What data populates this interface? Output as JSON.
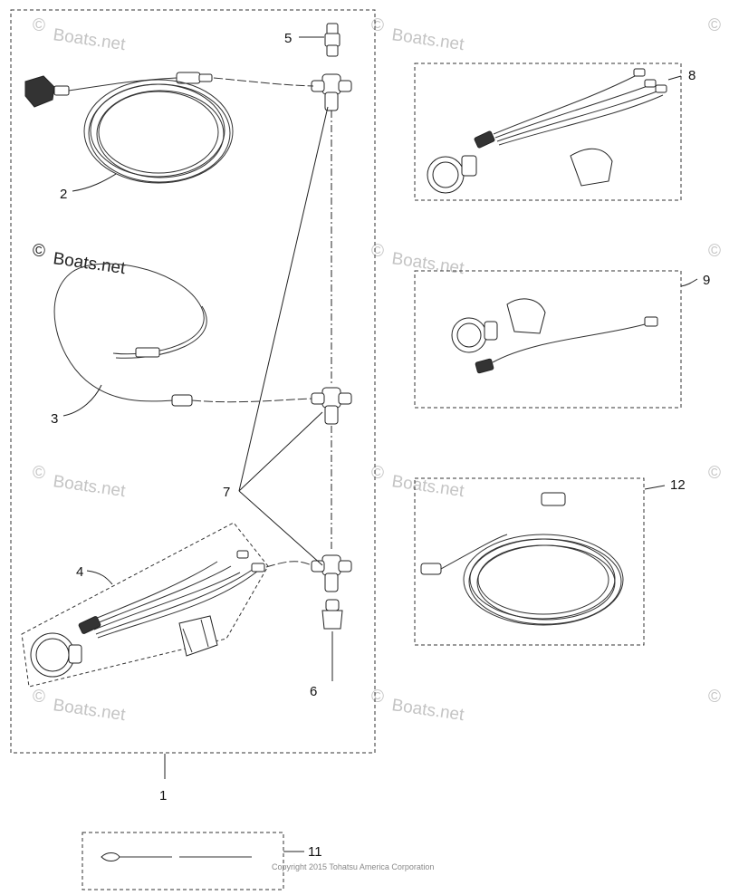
{
  "callouts": {
    "c1": "1",
    "c2": "2",
    "c3": "3",
    "c4": "4",
    "c5": "5",
    "c6": "6",
    "c7": "7",
    "c8": "8",
    "c9": "9",
    "c11": "11",
    "c12": "12"
  },
  "watermark": {
    "text": "Boats.net",
    "symbol": "©"
  },
  "copyright": "Copyright 2015 Tohatsu America Corporation"
}
